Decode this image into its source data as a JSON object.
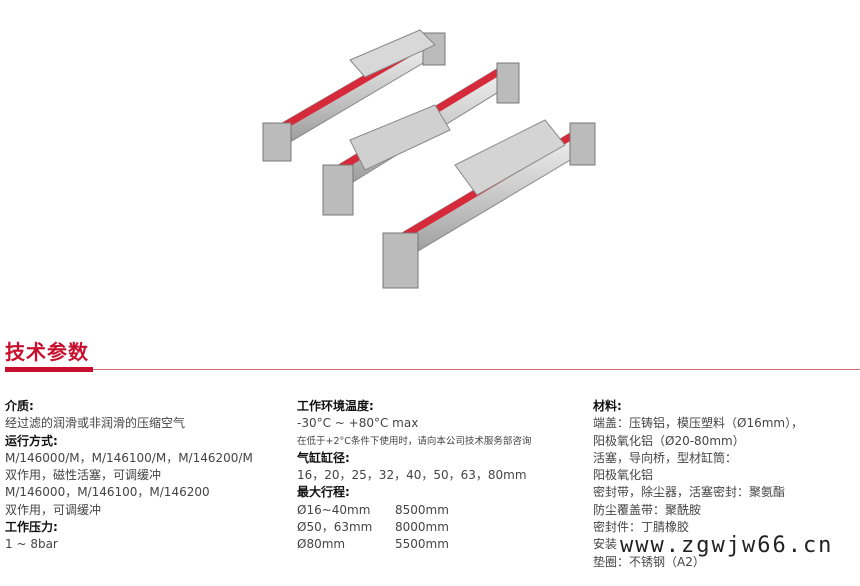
{
  "section_title": "技术参数",
  "col1": {
    "medium_label": "介质:",
    "medium": "经过滤的润滑或非润滑的压缩空气",
    "operation_label": "运行方式:",
    "op1": "M/146000/M，M/146100/M，M/146200/M",
    "op1_desc": "双作用，磁性活塞，可调缓冲",
    "op2": "M/146000，M/146100，M/146200",
    "op2_desc": "双作用，可调缓冲",
    "pressure_label": "工作压力:",
    "pressure": "1 ~ 8bar"
  },
  "col2": {
    "temp_label": "工作环境温度:",
    "temp": "-30°C ~ +80°C max",
    "temp_note": "在低于+2°C条件下使用时，请向本公司技术服务部咨询",
    "bore_label": "气缸缸径:",
    "bore": "16，20，25，32，40，50，63，80mm",
    "stroke_label": "最大行程:",
    "strokes": [
      {
        "bore": "Ø16~40mm",
        "max": "8500mm"
      },
      {
        "bore": "Ø50，63mm",
        "max": "8000mm"
      },
      {
        "bore": "Ø80mm",
        "max": "5500mm"
      }
    ]
  },
  "col3": {
    "materials_label": "材料:",
    "lines": [
      "端盖：压铸铝，模压塑料（Ø16mm），",
      "阳极氧化铝（Ø20-80mm）",
      "活塞，导向桥，型材缸筒：",
      "阳极氧化铝",
      "密封带，除尘器，活塞密封：聚氨酯",
      "防尘覆盖带：聚酰胺",
      "密封件：丁腈橡胶",
      "安装",
      "垫圈：不锈钢（A2）"
    ]
  },
  "watermark": "www.zgwjw66.cn",
  "colors": {
    "accent": "#c8102e"
  }
}
